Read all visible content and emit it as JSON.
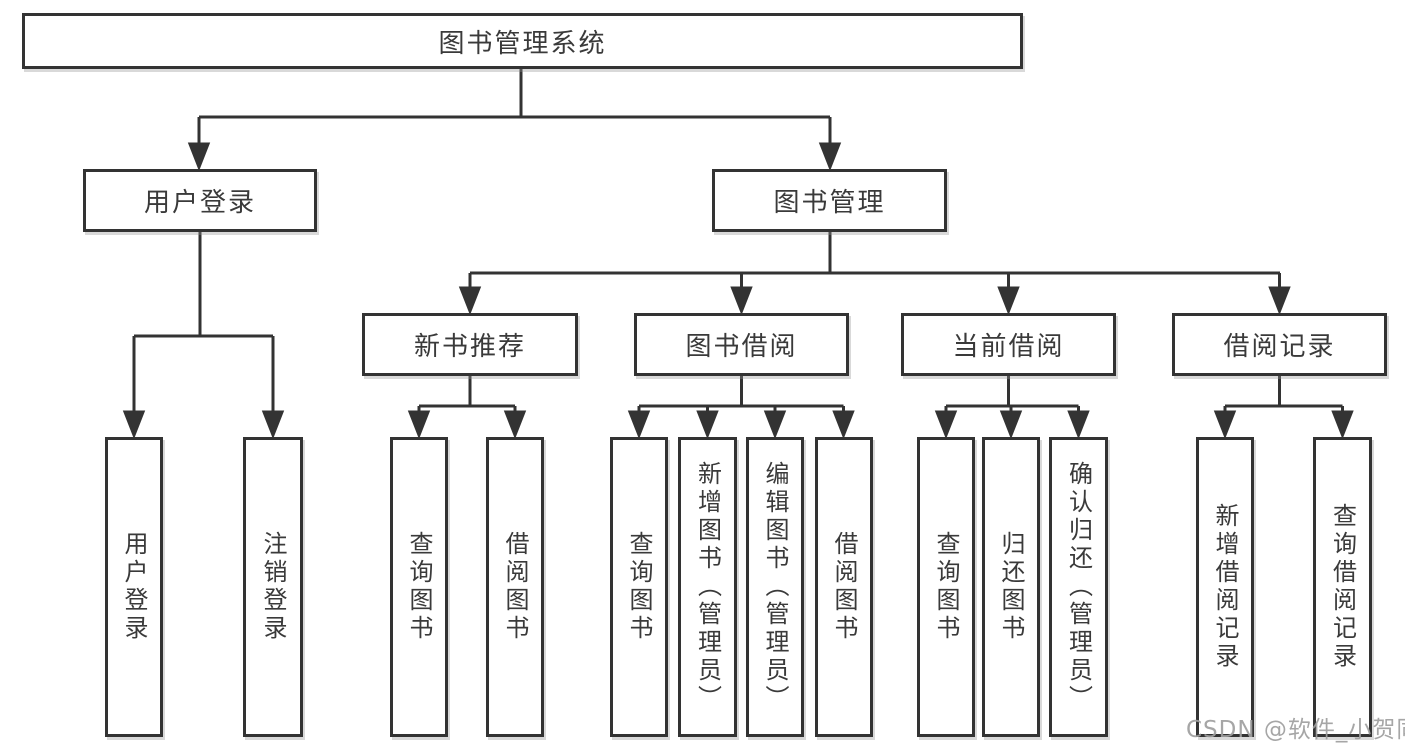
{
  "colors": {
    "line": "#333333",
    "text": "#3a3a3a",
    "background": "#ffffff",
    "watermark": "#9e9e9e"
  },
  "watermark": {
    "text": "CSDN @软件_小贺同学"
  },
  "tree": {
    "label": "图书管理系统",
    "children": [
      {
        "label": "用户登录",
        "children": [
          {
            "label": "用户登录"
          },
          {
            "label": "注销登录"
          }
        ]
      },
      {
        "label": "图书管理",
        "children": [
          {
            "label": "新书推荐",
            "children": [
              {
                "label": "查询图书"
              },
              {
                "label": "借阅图书"
              }
            ]
          },
          {
            "label": "图书借阅",
            "children": [
              {
                "label": "查询图书"
              },
              {
                "label": "新增图书（管理员）"
              },
              {
                "label": "编辑图书（管理员）"
              },
              {
                "label": "借阅图书"
              }
            ]
          },
          {
            "label": "当前借阅",
            "children": [
              {
                "label": "查询图书"
              },
              {
                "label": "归还图书"
              },
              {
                "label": "确认归还（管理员）"
              }
            ]
          },
          {
            "label": "借阅记录",
            "children": [
              {
                "label": "新增借阅记录"
              },
              {
                "label": "查询借阅记录"
              }
            ]
          }
        ]
      }
    ]
  }
}
